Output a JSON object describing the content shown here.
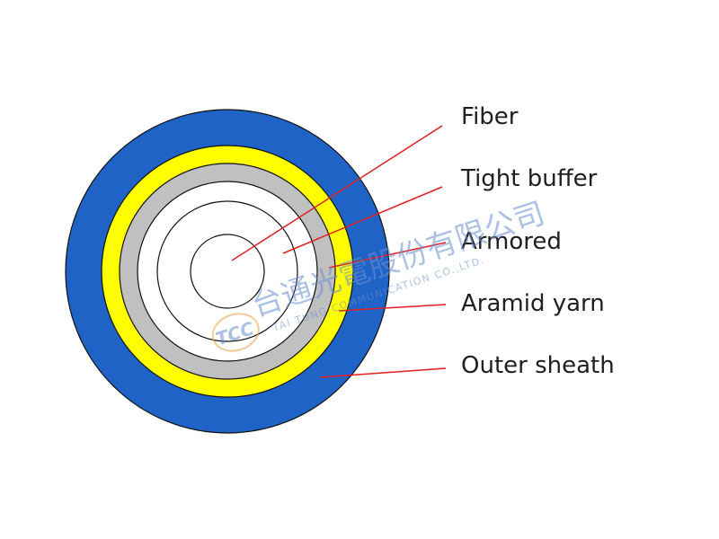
{
  "diagram": {
    "colors": {
      "outer_sheath": "#1f63c6",
      "aramid_yarn": "#ffff00",
      "armored": "#c0c0c0",
      "inner_fill": "#ffffff",
      "ring_stroke": "#111111",
      "leader_line": "#e02020"
    },
    "labels": {
      "fiber": "Fiber",
      "tight_buffer": "Tight buffer",
      "armored": "Armored",
      "aramid_yarn": "Aramid yarn",
      "outer_sheath": "Outer sheath"
    }
  },
  "watermark": {
    "logo": "TCC",
    "chinese_name": "台通光電股份有限公司",
    "english_name": "TAI TUNG COMMUNICATION CO.,LTD."
  }
}
